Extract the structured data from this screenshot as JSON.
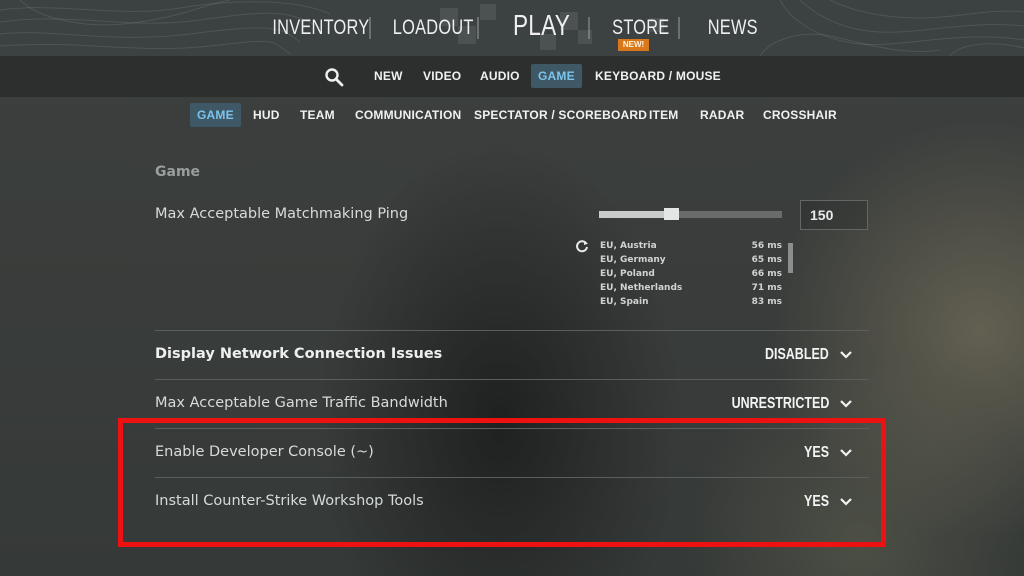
{
  "main_nav": {
    "items": [
      {
        "label": "INVENTORY"
      },
      {
        "label": "LOADOUT"
      },
      {
        "label": "PLAY"
      },
      {
        "label": "STORE",
        "badge": "NEW!"
      },
      {
        "label": "NEWS"
      }
    ],
    "badge_color": "#d9781a"
  },
  "settings_tabs": {
    "search_icon": "search-icon",
    "items": [
      {
        "label": "NEW"
      },
      {
        "label": "VIDEO"
      },
      {
        "label": "AUDIO"
      },
      {
        "label": "GAME",
        "active": true
      },
      {
        "label": "KEYBOARD / MOUSE"
      }
    ]
  },
  "sub_tabs": {
    "items": [
      {
        "label": "GAME",
        "active": true
      },
      {
        "label": "HUD"
      },
      {
        "label": "TEAM"
      },
      {
        "label": "COMMUNICATION"
      },
      {
        "label": "SPECTATOR / SCOREBOARD"
      },
      {
        "label": "ITEM"
      },
      {
        "label": "RADAR"
      },
      {
        "label": "CROSSHAIR"
      }
    ],
    "active_color": "#7cc3ec"
  },
  "content": {
    "section_title": "Game",
    "ping_setting": {
      "label": "Max Acceptable Matchmaking Ping",
      "value": "150",
      "servers": [
        {
          "name": "EU, Austria",
          "ping": "56 ms"
        },
        {
          "name": "EU, Germany",
          "ping": "65 ms"
        },
        {
          "name": "EU, Poland",
          "ping": "66 ms"
        },
        {
          "name": "EU, Netherlands",
          "ping": "71 ms"
        },
        {
          "name": "EU, Spain",
          "ping": "83 ms"
        }
      ]
    },
    "settings": [
      {
        "label": "Display Network Connection Issues",
        "value": "DISABLED"
      },
      {
        "label": "Max Acceptable Game Traffic Bandwidth",
        "value": "UNRESTRICTED"
      },
      {
        "label": "Enable Developer Console (~)",
        "value": "YES"
      },
      {
        "label": "Install Counter-Strike Workshop Tools",
        "value": "YES"
      }
    ]
  },
  "annotation": {
    "highlight_color": "#ee1111"
  }
}
